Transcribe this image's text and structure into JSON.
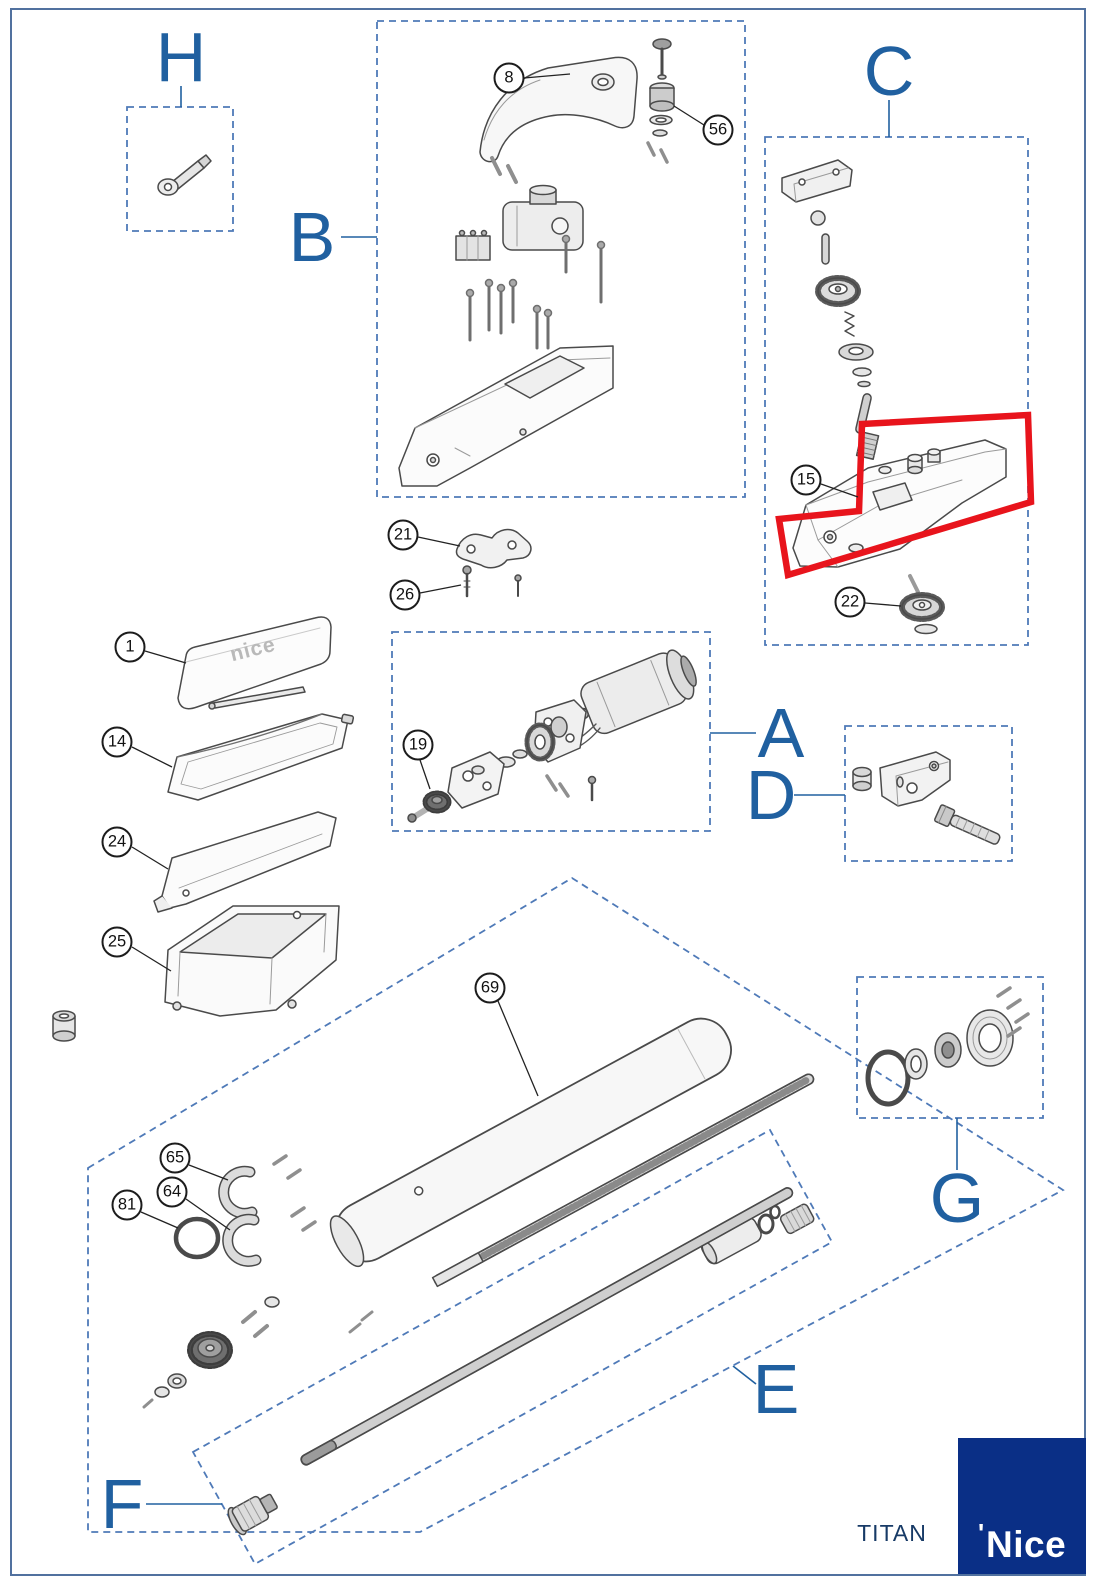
{
  "document": {
    "product_name": "TITAN"
  },
  "logo": {
    "text": "Nice",
    "accent_mark": "'"
  },
  "colors": {
    "section_label_blue": "#2060a0",
    "dashed_box_blue": "#4f7ab8",
    "highlight_red": "#e8141c",
    "brand_panel_blue": "#0a2f86",
    "page_border_blue": "#51719f",
    "line_gray": "#4a4a4a"
  },
  "sections": {
    "A": {
      "label": "A"
    },
    "B": {
      "label": "B"
    },
    "C": {
      "label": "C"
    },
    "D": {
      "label": "D"
    },
    "E": {
      "label": "E"
    },
    "F": {
      "label": "F"
    },
    "G": {
      "label": "G"
    },
    "H": {
      "label": "H"
    }
  },
  "parts": {
    "p1": {
      "number": "1"
    },
    "p8": {
      "number": "8"
    },
    "p14": {
      "number": "14"
    },
    "p15": {
      "number": "15"
    },
    "p19": {
      "number": "19"
    },
    "p21": {
      "number": "21"
    },
    "p22": {
      "number": "22"
    },
    "p24": {
      "number": "24"
    },
    "p25": {
      "number": "25"
    },
    "p26": {
      "number": "26"
    },
    "p56": {
      "number": "56"
    },
    "p64": {
      "number": "64"
    },
    "p65": {
      "number": "65"
    },
    "p69": {
      "number": "69"
    },
    "p81": {
      "number": "81"
    }
  },
  "part1_cover_text": "nice",
  "highlighted_part": "15"
}
